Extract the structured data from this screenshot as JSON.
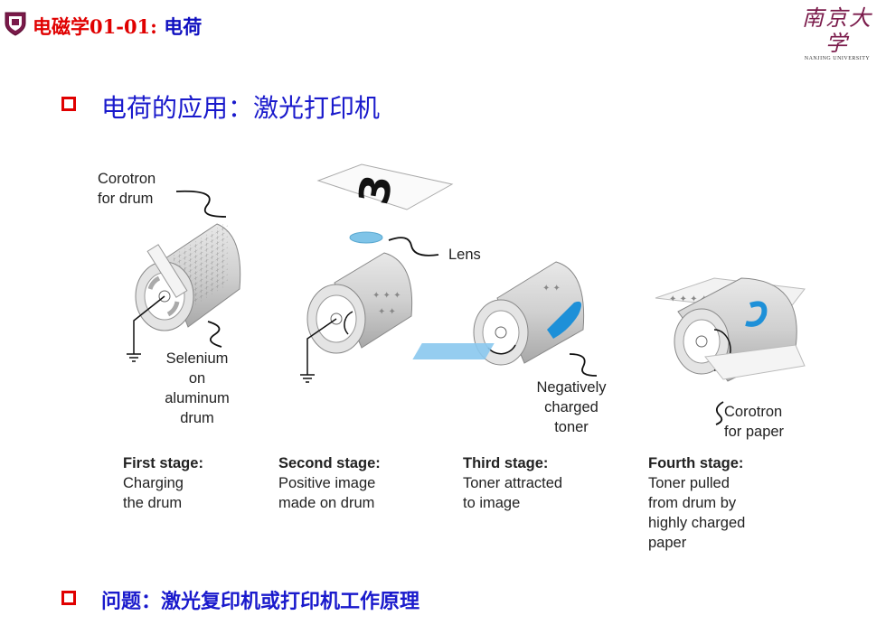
{
  "header": {
    "title_part1": "电磁学01-01: ",
    "title_part2": "电荷"
  },
  "brand": {
    "name_cn": "南京大学",
    "name_en": "NANJING UNIVERSITY"
  },
  "heading": "电荷的应用：激光打印机",
  "question": "问题：激光复印机或打印机工作原理",
  "diagram": {
    "corotron_drum": "Corotron\nfor drum",
    "selenium": "Selenium\non\naluminum\ndrum",
    "image_char": "3",
    "lens": "Lens",
    "toner": "Negatively\ncharged\ntoner",
    "corotron_paper": "Corotron\nfor paper",
    "stages": [
      {
        "title": "First stage:",
        "desc": "Charging\nthe drum"
      },
      {
        "title": "Second stage:",
        "desc": "Positive image\nmade on drum"
      },
      {
        "title": "Third stage:",
        "desc": "Toner attracted\nto image"
      },
      {
        "title": "Fourth stage:",
        "desc": "Toner pulled\nfrom drum by\nhighly charged\npaper"
      }
    ]
  },
  "colors": {
    "accent_red": "#e00000",
    "heading_blue": "#1a1acc",
    "toner_blue": "#1e90d8"
  }
}
